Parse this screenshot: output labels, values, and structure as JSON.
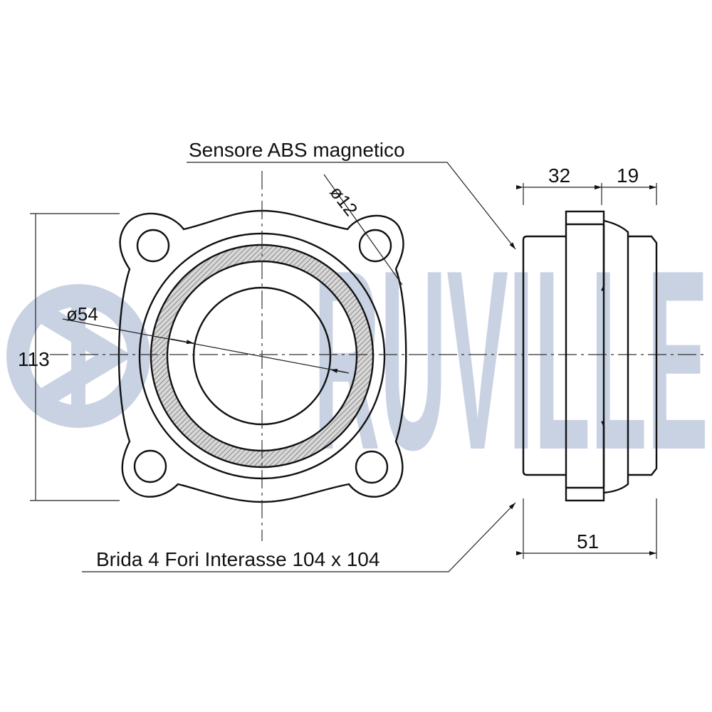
{
  "watermark": {
    "brand": "RUVILLE",
    "color": "#c8d2e3"
  },
  "labels": {
    "abs_sensor": "Sensore ABS magnetico",
    "flange": "Brida 4 Fori Interasse 104 x 104"
  },
  "dimensions": {
    "height": "113",
    "bore_diameter": "ø54",
    "hole_diameter": "ø12",
    "width_left": "32",
    "width_right": "19",
    "width_total": "51"
  }
}
